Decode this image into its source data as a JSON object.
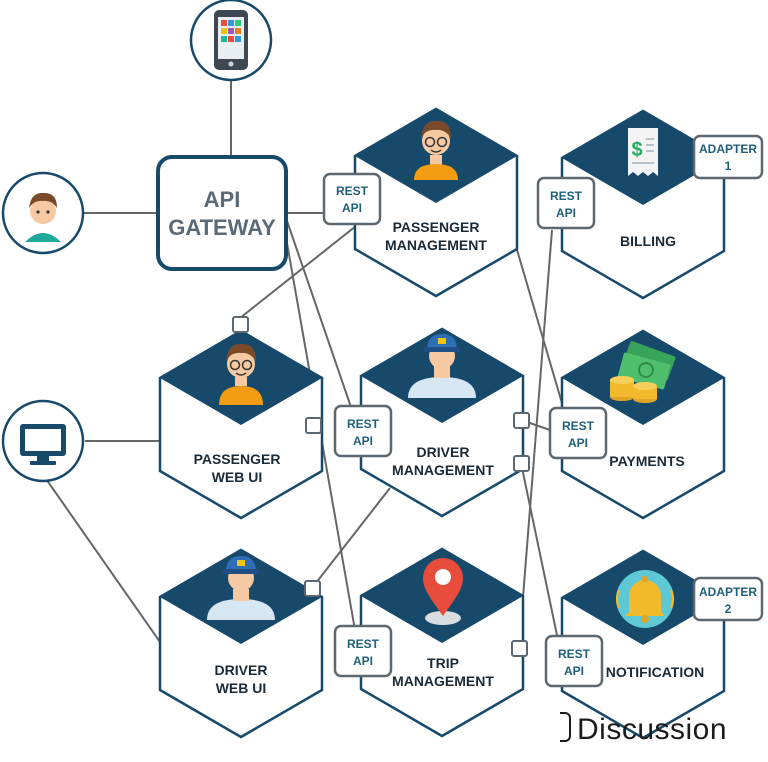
{
  "colors": {
    "navy": "#17496b",
    "line": "#666666",
    "border": "#5c6770",
    "api_text": "#1f5f7a"
  },
  "gateway": {
    "line1": "API",
    "line2": "GATEWAY"
  },
  "clients": [
    {
      "id": "mobile",
      "icon": "mobile-phone-icon"
    },
    {
      "id": "passenger",
      "icon": "passenger-avatar-icon"
    },
    {
      "id": "desktop",
      "icon": "desktop-monitor-icon"
    }
  ],
  "services": [
    {
      "id": "passenger-management",
      "line1": "PASSENGER",
      "line2": "MANAGEMENT",
      "icon": "passenger-avatar-icon"
    },
    {
      "id": "billing",
      "line1": "BILLING",
      "line2": "",
      "icon": "receipt-icon"
    },
    {
      "id": "passenger-web-ui",
      "line1": "PASSENGER",
      "line2": "WEB UI",
      "icon": "passenger-avatar-icon"
    },
    {
      "id": "driver-management",
      "line1": "DRIVER",
      "line2": "MANAGEMENT",
      "icon": "driver-avatar-icon"
    },
    {
      "id": "payments",
      "line1": "PAYMENTS",
      "line2": "",
      "icon": "money-icon"
    },
    {
      "id": "driver-web-ui",
      "line1": "DRIVER",
      "line2": "WEB UI",
      "icon": "driver-avatar-icon"
    },
    {
      "id": "trip-management",
      "line1": "TRIP",
      "line2": "MANAGEMENT",
      "icon": "location-pin-icon"
    },
    {
      "id": "notification",
      "line1": "NOTIFICATION",
      "line2": "",
      "icon": "bell-icon"
    }
  ],
  "rest_api": {
    "line1": "REST",
    "line2": "API"
  },
  "adapters": [
    {
      "id": "adapter-1",
      "line1": "ADAPTER",
      "line2": "1"
    },
    {
      "id": "adapter-2",
      "line1": "ADAPTER",
      "line2": "2"
    }
  ],
  "brand": {
    "text": "Discussion"
  }
}
